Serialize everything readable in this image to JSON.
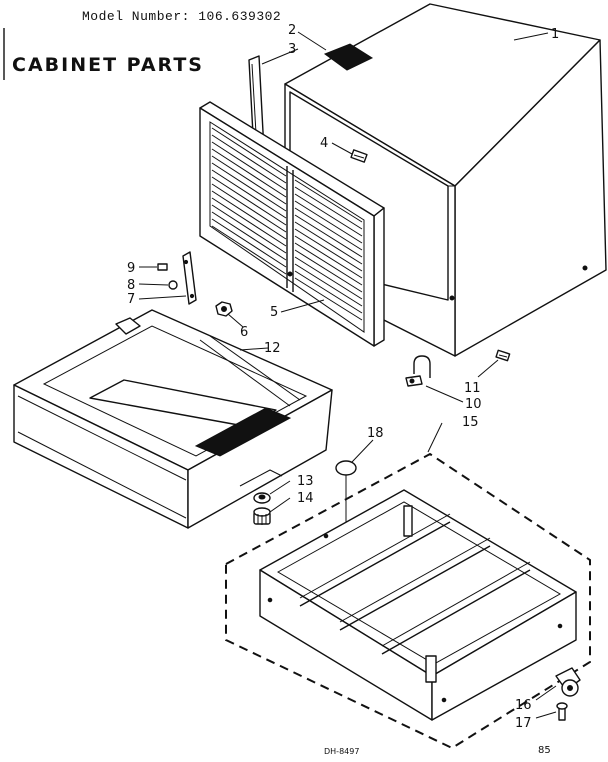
{
  "header": {
    "model_line": "Model Number: 106.639302",
    "title": "Cabinet Parts"
  },
  "footer": {
    "drawing_code": "DH-8497",
    "page_code": "85"
  },
  "callouts": [
    "1",
    "2",
    "3",
    "4",
    "5",
    "6",
    "7",
    "8",
    "9",
    "10",
    "11",
    "12",
    "13",
    "14",
    "15",
    "16",
    "17",
    "18"
  ]
}
